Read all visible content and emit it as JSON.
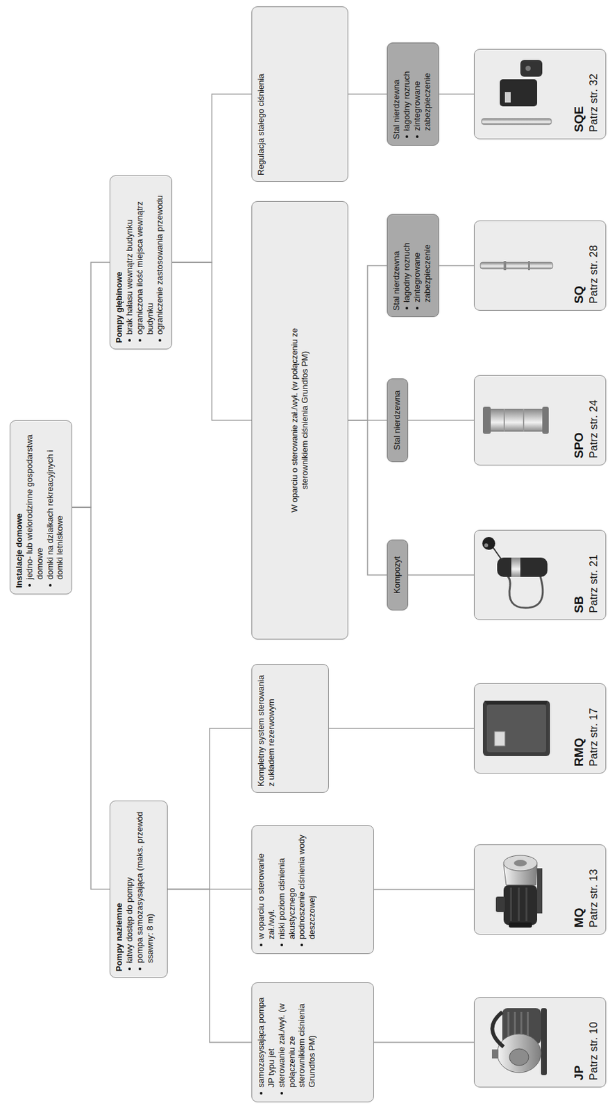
{
  "diagram": {
    "nodes": [
      {
        "text": [
          "Instalacje domowe",
          "jedno- lub wielorodzinne gospodarstwa domowe",
          "domki na działkach rekreacyjnych i domki letniskowe"
        ]
      },
      {
        "text": [
          "Pompy naziemne",
          "łatwy dostęp do pompy",
          "pompa samozasysająca (maks. przewód ssawny: 8 m)"
        ]
      },
      {
        "text": [
          "Pompy głębinowe",
          "brak hałasu wewnątrz budynku",
          "ograniczona ilość miejsca wewnątrz budynku",
          "ograniczenie zastosowania przewodu"
        ]
      },
      {
        "text": [
          "samozasysająca pompa JP typu jet",
          "sterowanie zał./wył. (w połączeniu ze sterownikiem ciśnienia Grundfos PM)"
        ]
      },
      {
        "text": [
          "w oparciu o sterowanie zał./wył.",
          "niski poziom ciśnienia akustycznego",
          "podnoszenie ciśnienia wody deszczowej"
        ]
      },
      {
        "text": [
          "Kompletny system sterowania z układem rezerwowym"
        ]
      },
      {
        "text": [
          "W oparciu o sterowanie zał./wył. (w połączeniu ze sterownikiem ciśnienia Grundfos PM)"
        ]
      },
      {
        "text": [
          "Regulacja stałego ciśnienia"
        ]
      },
      {
        "text": [
          "Kompozyt"
        ]
      },
      {
        "text": [
          "Stal nierdzewna"
        ]
      },
      {
        "text": [
          "Stal nierdzewna",
          "łagodny rozruch",
          "zintegrowane zabezpieczenie"
        ]
      },
      {
        "text": [
          "Stal nierdzewna",
          "łagodny rozruch",
          "zintegrowane zabezpieczenie"
        ]
      },
      {
        "text": [
          "JP",
          "Patrz str. 10"
        ]
      },
      {
        "text": [
          "MQ",
          "Patrz str. 13"
        ]
      },
      {
        "text": [
          "RMQ",
          "Patrz str. 17"
        ]
      },
      {
        "text": [
          "SB",
          "Patrz str. 21"
        ]
      },
      {
        "text": [
          "SPO",
          "Patrz str. 24"
        ]
      },
      {
        "text": [
          "SQ",
          "Patrz str. 28"
        ]
      },
      {
        "text": [
          "SQE",
          "Patrz str. 32"
        ]
      }
    ],
    "edges": [
      {
        "from": 0,
        "to": 1,
        "arrow": "none"
      },
      {
        "from": 0,
        "to": 2,
        "arrow": "none"
      },
      {
        "from": 1,
        "to": 3,
        "arrow": "none"
      },
      {
        "from": 1,
        "to": 4,
        "arrow": "none"
      },
      {
        "from": 1,
        "to": 5,
        "arrow": "none"
      },
      {
        "from": 2,
        "to": 6,
        "arrow": "none"
      },
      {
        "from": 2,
        "to": 7,
        "arrow": "none"
      },
      {
        "from": 3,
        "to": 12,
        "arrow": "none"
      },
      {
        "from": 4,
        "to": 13,
        "arrow": "none"
      },
      {
        "from": 5,
        "to": 14,
        "arrow": "none"
      },
      {
        "from": 6,
        "to": 8,
        "arrow": "none"
      },
      {
        "from": 6,
        "to": 9,
        "arrow": "none"
      },
      {
        "from": 6,
        "to": 10,
        "arrow": "none"
      },
      {
        "from": 7,
        "to": 11,
        "arrow": "none"
      },
      {
        "from": 8,
        "to": 15,
        "arrow": "none"
      },
      {
        "from": 9,
        "to": 16,
        "arrow": "none"
      },
      {
        "from": 10,
        "to": 17,
        "arrow": "none"
      },
      {
        "from": 11,
        "to": 18,
        "arrow": "none"
      }
    ]
  }
}
